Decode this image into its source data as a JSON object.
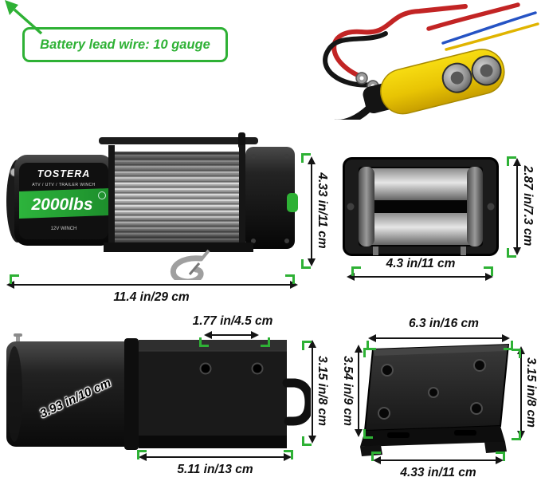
{
  "colors": {
    "accent_green": "#2eb135",
    "dimension_text": "#111111",
    "remote_yellow": "#eec800",
    "wire_red": "#c22424",
    "wire_blue": "#2553c4",
    "product_black": "#1a1a1a"
  },
  "callout": {
    "battery_wire": "Battery lead wire: 10 gauge"
  },
  "winch_label": {
    "brand": "TOSTERA",
    "type_line": "ATV / UTV / TRAILER WINCH",
    "capacity": "2000lbs",
    "voltage": "12V WINCH"
  },
  "dimensions": {
    "winch_height": "4.33 in/11 cm",
    "winch_length": "11.4 in/29 cm",
    "fairlead_width": "4.3 in/11 cm",
    "fairlead_height": "2.87 in/7.3 cm",
    "bolt_spacing": "1.77 in/4.5 cm",
    "motor_height": "3.15 in/8 cm",
    "motor_diameter": "3.93 in/10 cm",
    "bracket_length": "5.11 in/13 cm",
    "plate_width": "6.3 in/16 cm",
    "plate_depth": "3.54 in/9 cm",
    "plate_height": "3.15 in/8 cm",
    "plate_bolt_spacing": "4.33 in/11 cm"
  }
}
